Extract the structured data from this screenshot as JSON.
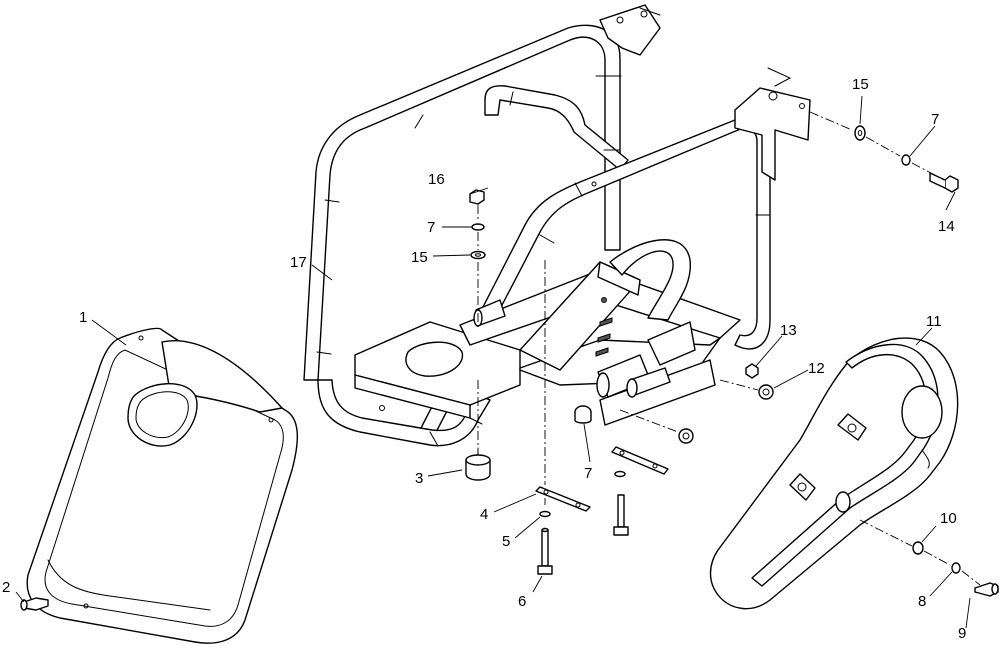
{
  "callouts": {
    "c1": "1",
    "c2": "2",
    "c3": "3",
    "c4": "4",
    "c5": "5",
    "c6": "6",
    "c7a": "7",
    "c7b": "7",
    "c7c": "7",
    "c8": "8",
    "c9": "9",
    "c10": "10",
    "c11": "11",
    "c12": "12",
    "c13": "13",
    "c14": "14",
    "c15a": "15",
    "c15b": "15",
    "c16": "16",
    "c17": "17"
  }
}
